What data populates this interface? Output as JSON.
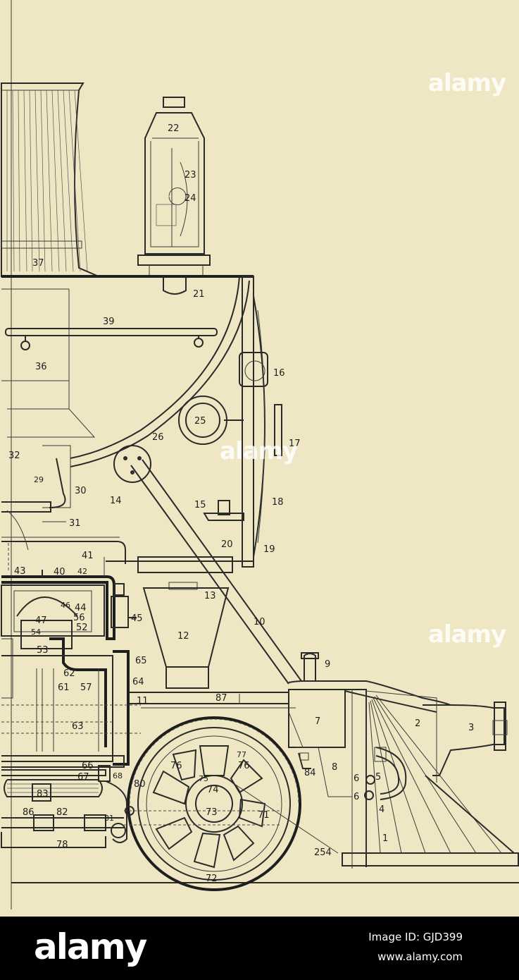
{
  "diagram": {
    "labels": {
      "l1": "1",
      "l2": "2",
      "l3": "3",
      "l4": "4",
      "l5": "5",
      "l6a": "6",
      "l6b": "6",
      "l7": "7",
      "l8": "8",
      "l9": "9",
      "l10": "10",
      "l11": "11",
      "l12": "12",
      "l13": "13",
      "l14": "14",
      "l15": "15",
      "l16": "16",
      "l17": "17",
      "l18": "18",
      "l19": "19",
      "l20": "20",
      "l21": "21",
      "l22": "22",
      "l23": "23",
      "l24": "24",
      "l25": "25",
      "l26": "26",
      "l29": "29",
      "l30": "30",
      "l31": "31",
      "l32": "32",
      "l36": "36",
      "l37": "37",
      "l39": "39",
      "l40": "40",
      "l41": "41",
      "l42": "42",
      "l43": "43",
      "l44": "44",
      "l45": "45",
      "l46": "46",
      "l47": "47",
      "l52": "52",
      "l53": "53",
      "l54": "54",
      "l56": "56",
      "l57": "57",
      "l61": "61",
      "l62": "62",
      "l63": "63",
      "l64": "64",
      "l65": "65",
      "l66": "66",
      "l67": "67",
      "l68": "68",
      "l71": "71",
      "l72": "72",
      "l73": "73",
      "l74": "74",
      "l75": "75",
      "l76a": "76",
      "l76b": "76",
      "l77": "77",
      "l78": "78",
      "l80": "80",
      "l81": "81",
      "l82": "82",
      "l83": "83",
      "l84": "84",
      "l86": "86",
      "l87": "87",
      "l254": "254"
    }
  },
  "watermarks": {
    "w1": "alamy",
    "w2": "alamy",
    "w3": "alamy"
  },
  "footer": {
    "brand": "alamy",
    "image_id": "Image ID: GJD399",
    "url": "www.alamy.com"
  }
}
